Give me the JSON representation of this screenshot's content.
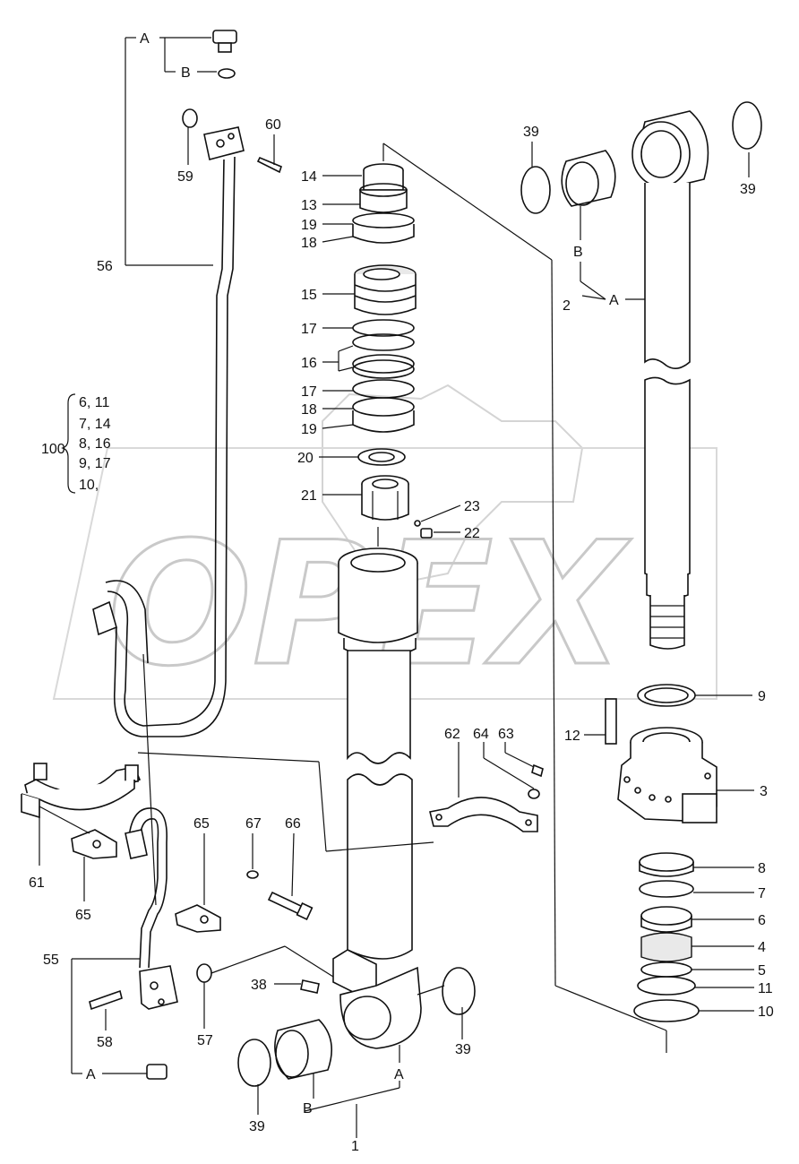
{
  "watermark": "OPEX",
  "labels": {
    "A_top": "A",
    "B_top": "B",
    "p56": "56",
    "p59": "59",
    "p60": "60",
    "p14": "14",
    "p13": "13",
    "p19a": "19",
    "p18a": "18",
    "p15": "15",
    "p17a": "17",
    "p16": "16",
    "p17b": "17",
    "p18b": "18",
    "p19b": "19",
    "p20": "20",
    "p21": "21",
    "p23": "23",
    "p22": "22",
    "p39_tl": "39",
    "p39_tr": "39",
    "B_rod": "B",
    "p2": "2",
    "A_rod": "A",
    "p9": "9",
    "p12": "12",
    "p3": "3",
    "p8": "8",
    "p7": "7",
    "p6": "6",
    "p4": "4",
    "p5": "5",
    "p11": "11",
    "p10": "10",
    "p62": "62",
    "p64": "64",
    "p63": "63",
    "p61": "61",
    "p65a": "65",
    "p65b": "65",
    "p67": "67",
    "p66": "66",
    "p55": "55",
    "p58": "58",
    "p57": "57",
    "p38": "38",
    "p39_br": "39",
    "p39_bl": "39",
    "A_bot_left": "A",
    "A_bot": "A",
    "B_bot": "B",
    "p1": "1"
  },
  "kit": {
    "number": "100",
    "items": [
      "6, 11",
      "7, 14",
      "8, 16",
      "9, 17",
      "10,"
    ]
  }
}
